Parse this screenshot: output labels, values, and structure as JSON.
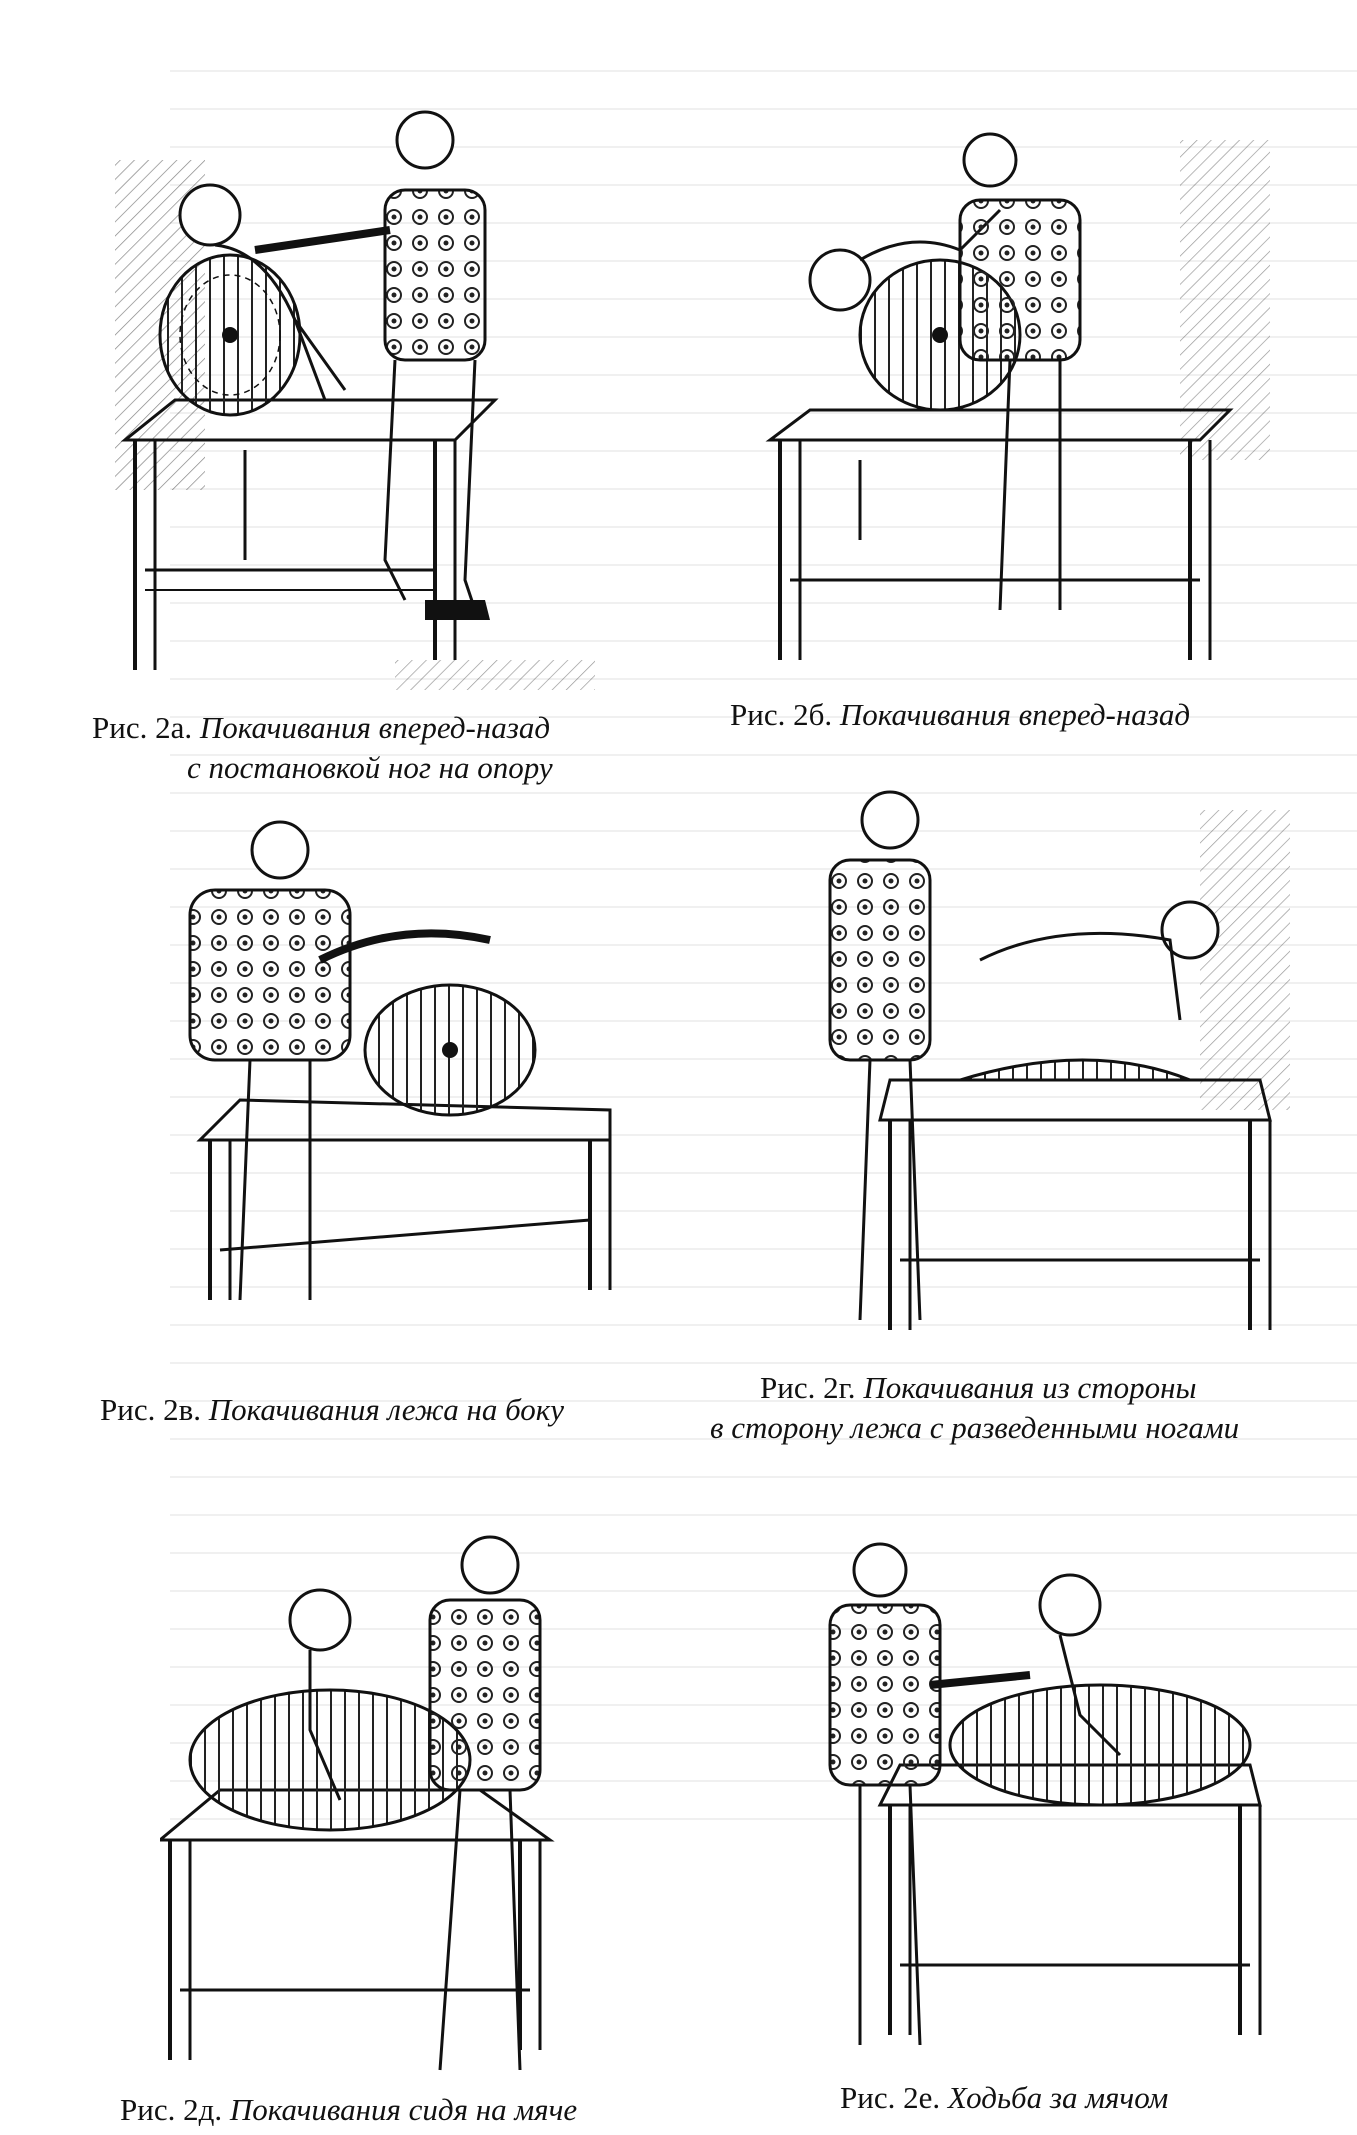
{
  "figures": [
    {
      "id": "2a",
      "label": "Рис. 2а.",
      "caption_line1": "Покачивания вперед-назад",
      "caption_line2": "с постановкой ног на опору"
    },
    {
      "id": "2b",
      "label": "Рис. 2б.",
      "caption_line1": "Покачивания вперед-назад",
      "caption_line2": ""
    },
    {
      "id": "2v",
      "label": "Рис. 2в.",
      "caption_line1": "Покачивания лежа на боку",
      "caption_line2": ""
    },
    {
      "id": "2g",
      "label": "Рис. 2г.",
      "caption_line1": "Покачивания из стороны",
      "caption_line2": "в сторону лежа с разведенными ногами"
    },
    {
      "id": "2d",
      "label": "Рис. 2д.",
      "caption_line1": "Покачивания сидя на мяче",
      "caption_line2": ""
    },
    {
      "id": "2e",
      "label": "Рис. 2е.",
      "caption_line1": "Ходьба за мячом",
      "caption_line2": ""
    }
  ]
}
